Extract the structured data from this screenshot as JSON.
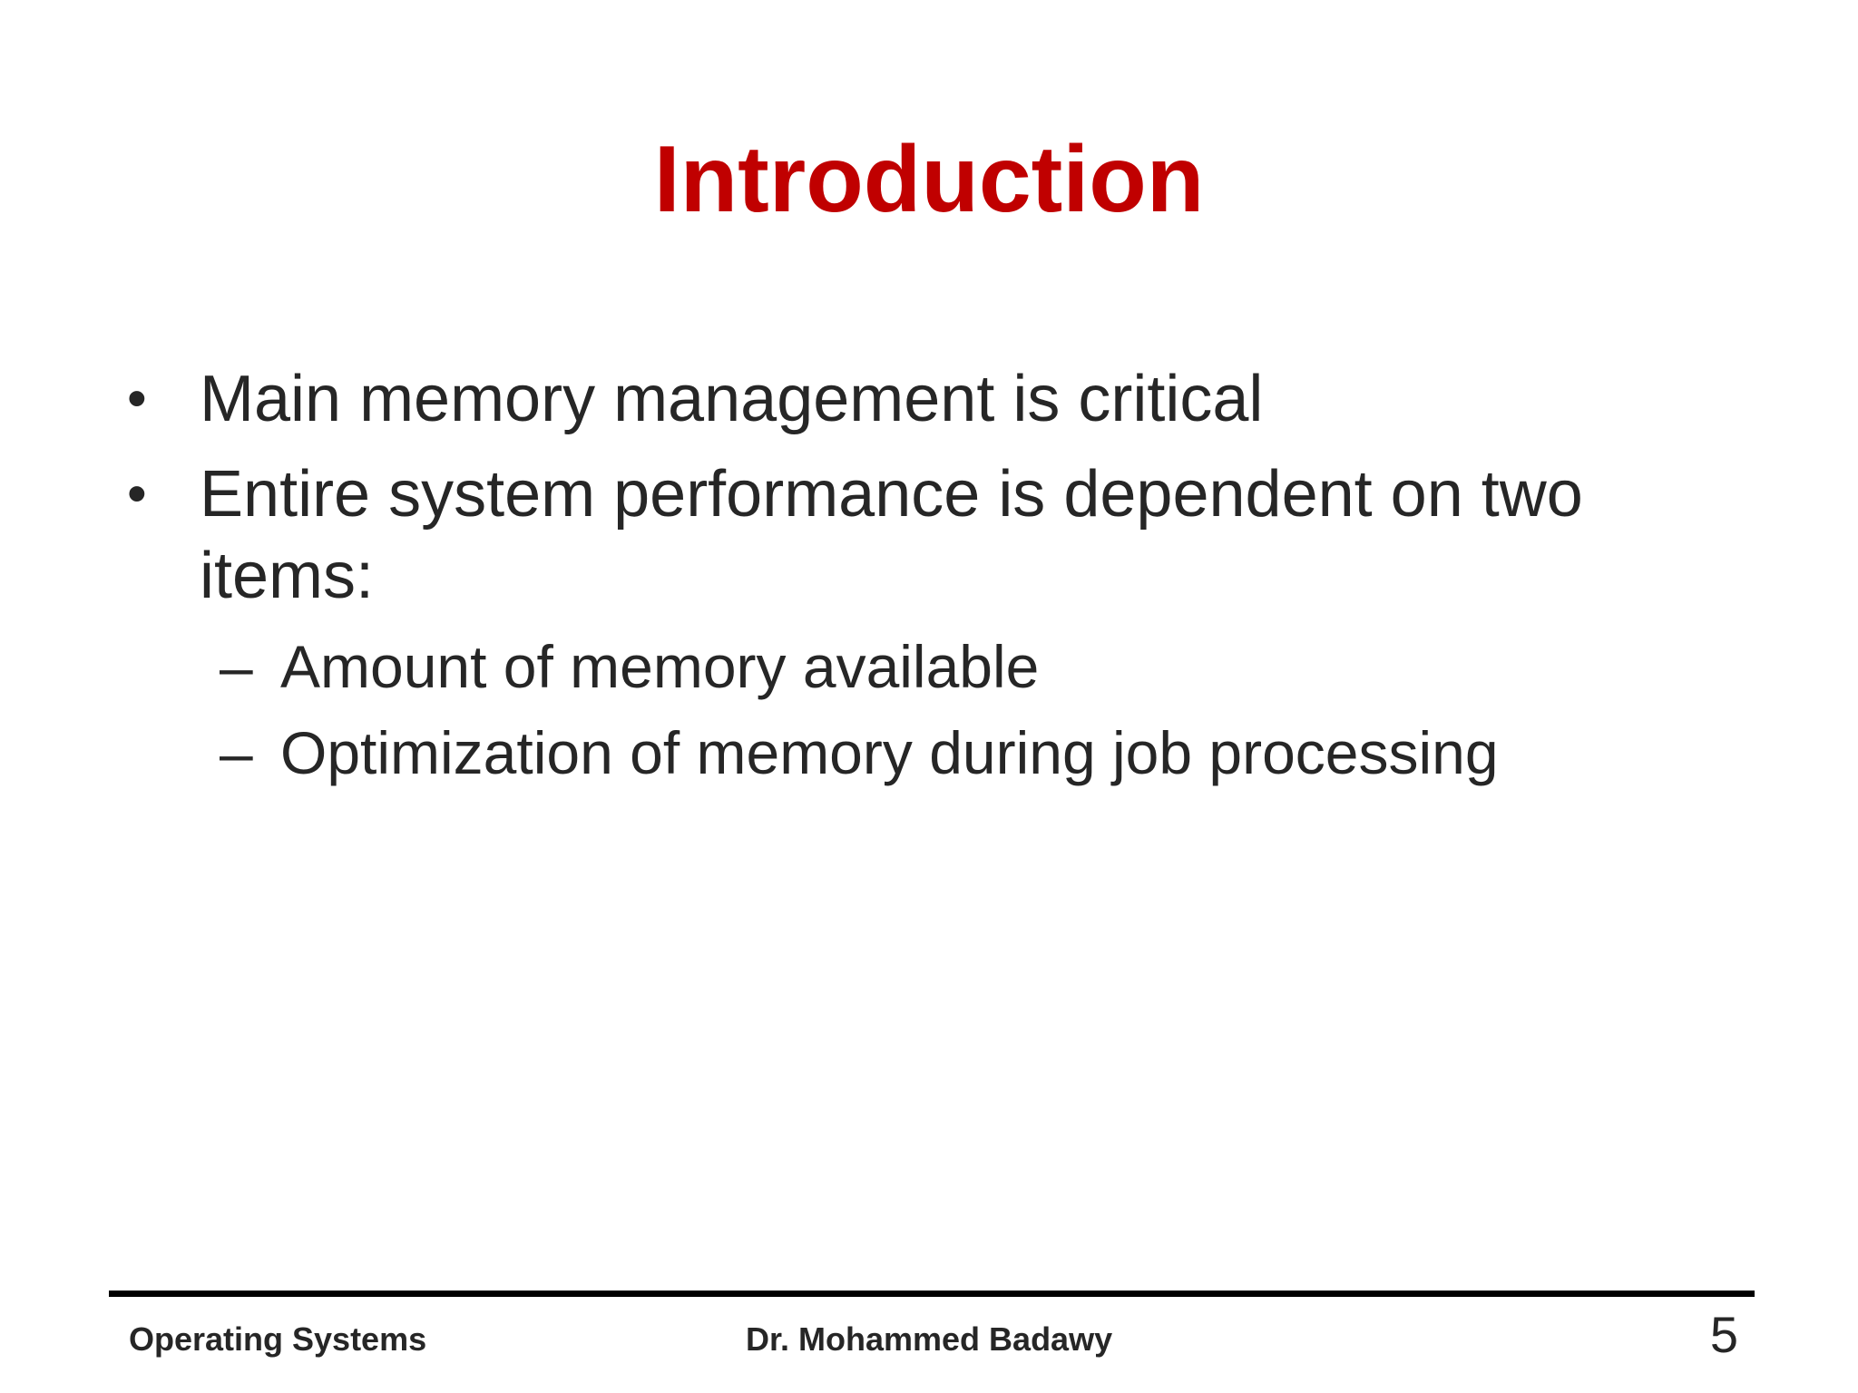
{
  "slide": {
    "title": "Introduction",
    "bullets": [
      {
        "marker": "•",
        "text": "Main memory management is critical"
      },
      {
        "marker": "•",
        "text": "Entire system performance is dependent on two items:",
        "subitems": [
          {
            "marker": "–",
            "text": "Amount of memory available"
          },
          {
            "marker": "–",
            "text": "Optimization of memory during job processing"
          }
        ]
      }
    ]
  },
  "footer": {
    "course": "Operating Systems",
    "author": "Dr. Mohammed Badawy",
    "page_number": "5"
  },
  "colors": {
    "title": "#c00000",
    "body_text": "#262626",
    "rule": "#000000",
    "background": "#ffffff"
  }
}
